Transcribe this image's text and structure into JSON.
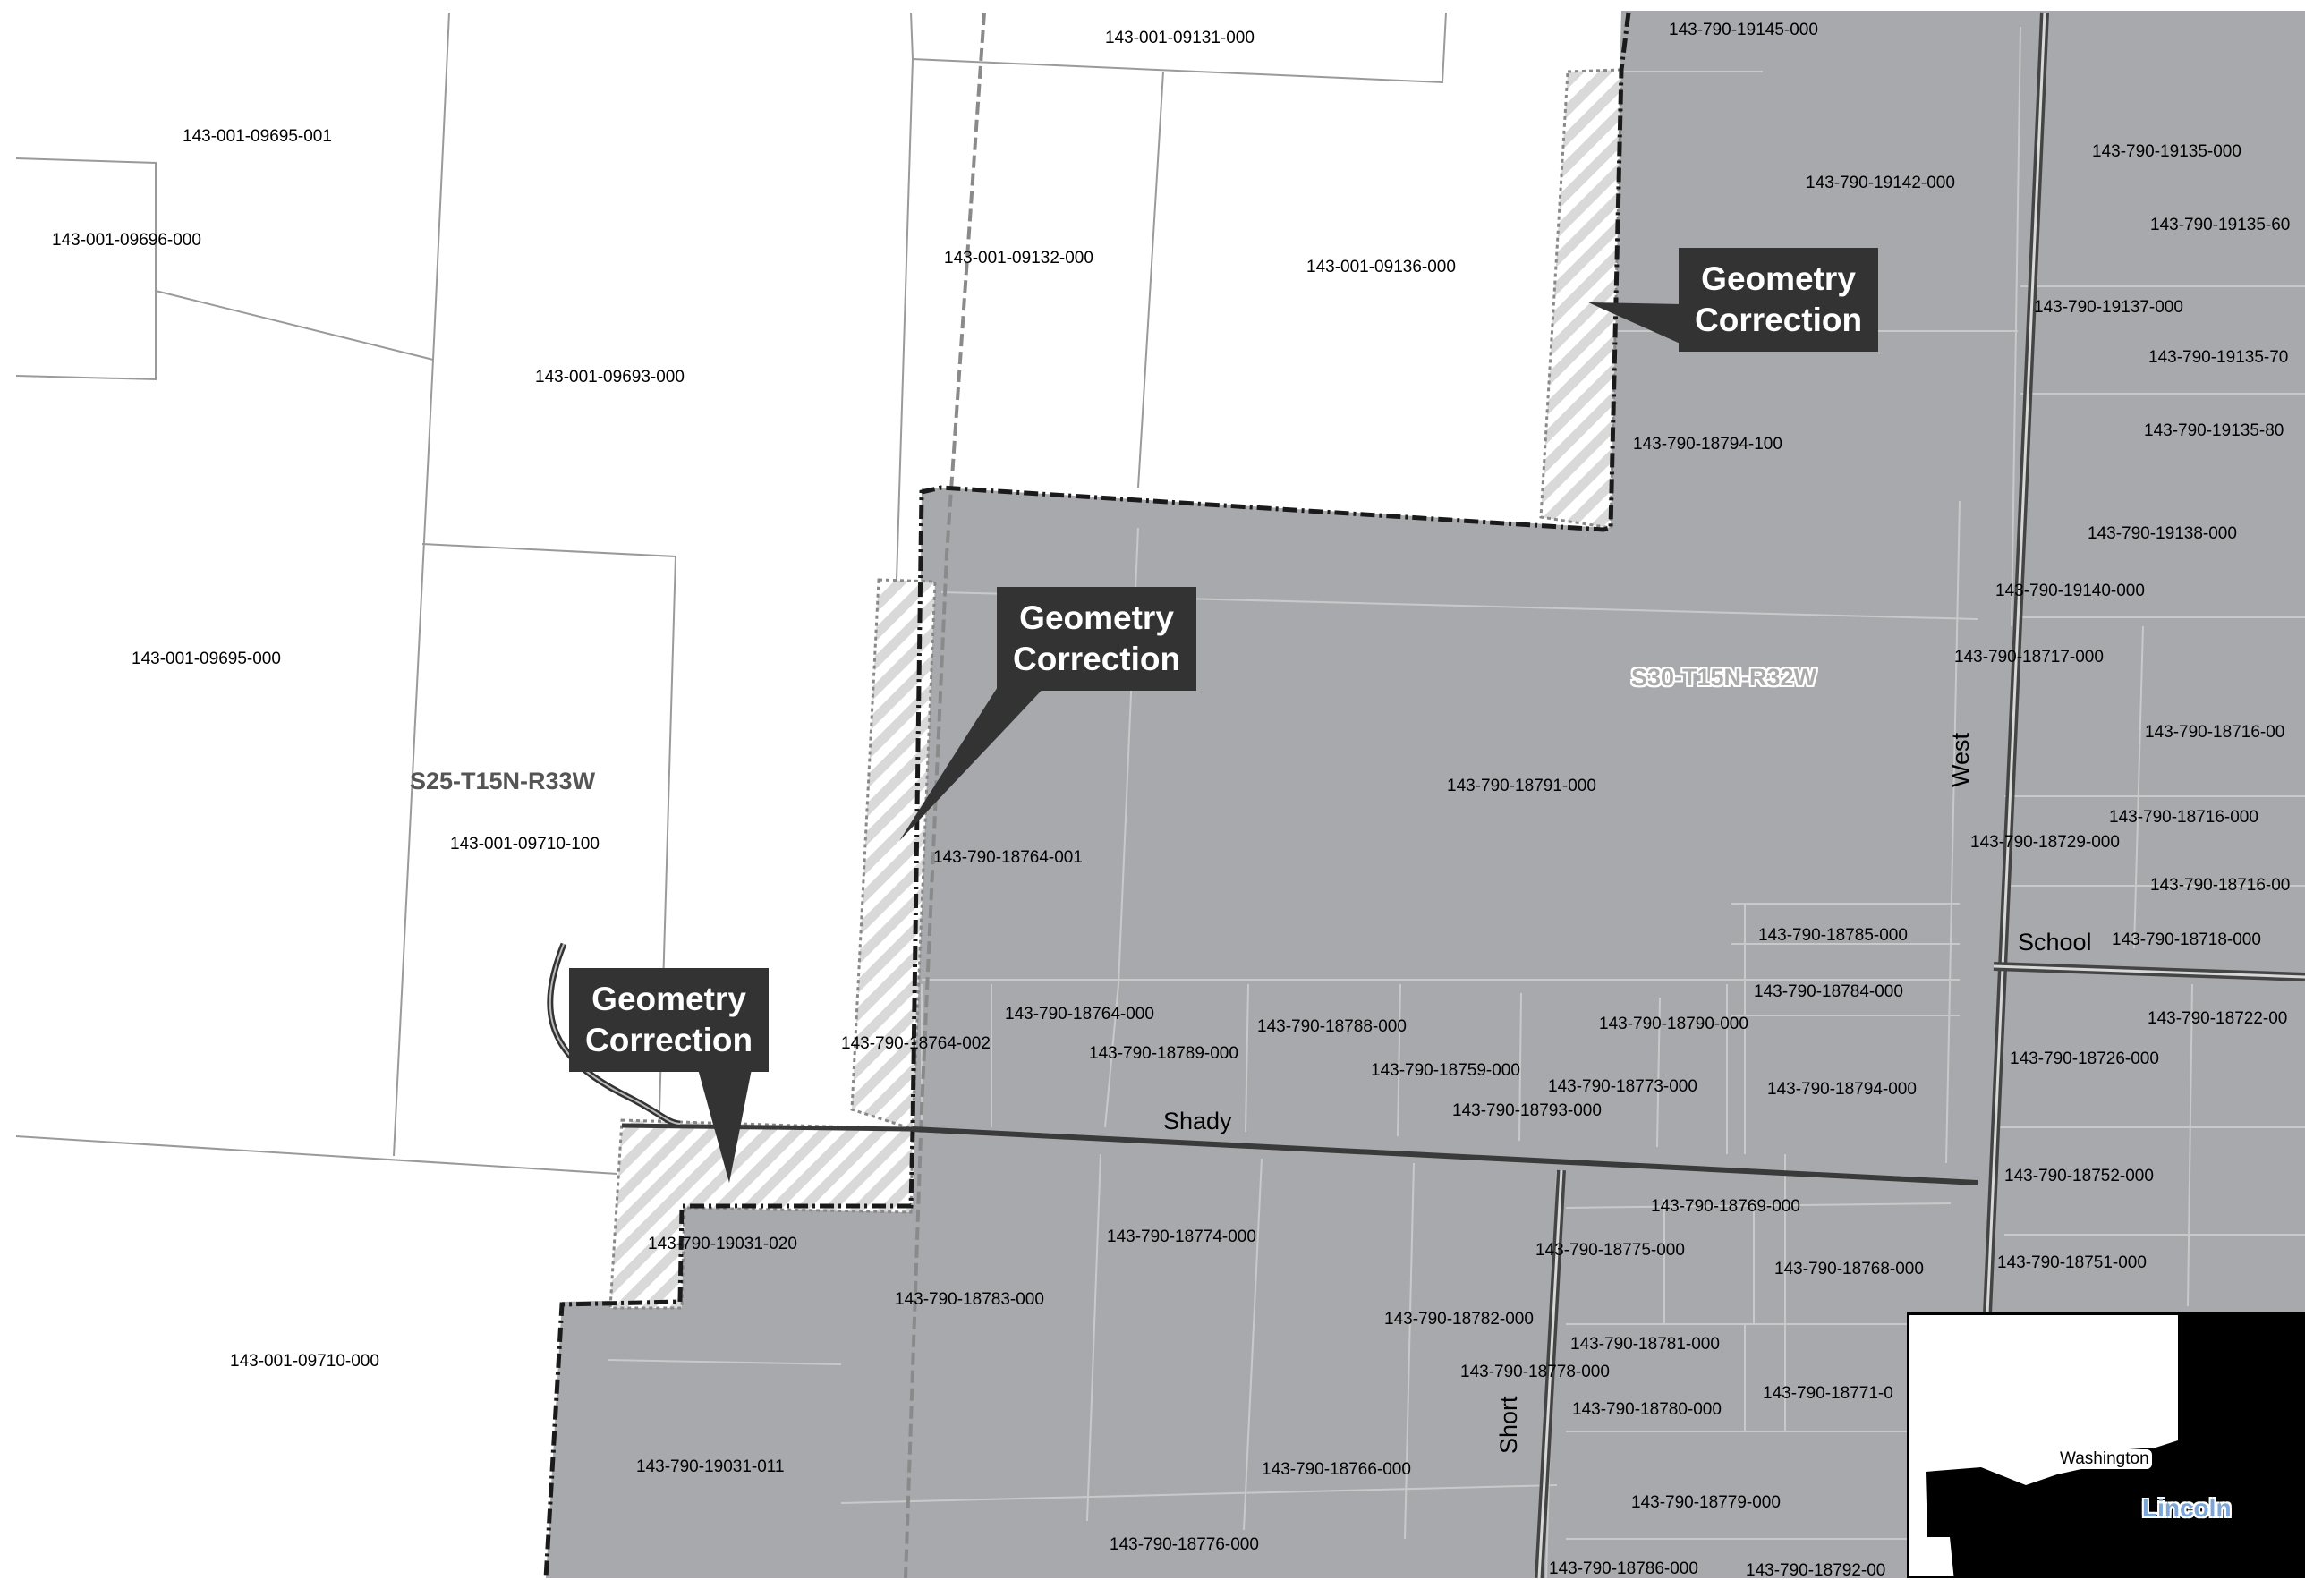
{
  "colors": {
    "county_fill": "#a7a9ac",
    "parcel_line": "#c9c9c9",
    "boundary": "#1a1a1a",
    "road": "#3a3a3a",
    "callout_bg": "#333333",
    "callout_text": "#ffffff"
  },
  "sections": {
    "west": "S25-T15N-R33W",
    "east": "S30-T15N-R32W"
  },
  "roads": {
    "shady": "Shady",
    "west": "West",
    "school": "School",
    "short": "Short"
  },
  "callouts": {
    "top_right": [
      "Geometry",
      "Correction"
    ],
    "middle": [
      "Geometry",
      "Correction"
    ],
    "bottom_left": [
      "Geometry",
      "Correction"
    ]
  },
  "parcels": {
    "p01": "143-001-09131-000",
    "p02": "143-790-19145-000",
    "p03": "143-001-09695-001",
    "p04": "143-001-09696-000",
    "p05": "143-790-19135-000",
    "p06": "143-790-19142-000",
    "p07": "143-790-19135-60",
    "p08": "143-001-09132-000",
    "p09": "143-001-09136-000",
    "p10": "143-790-19137-000",
    "p11": "143-790-19135-70",
    "p12": "143-001-09693-000",
    "p13": "143-790-19135-80",
    "p14": "143-790-18794-100",
    "p15": "143-790-19138-000",
    "p16": "143-790-19140-000",
    "p17": "143-001-09695-000",
    "p18": "143-790-18717-000",
    "p19": "143-790-18716-00",
    "p20": "143-790-18791-000",
    "p21": "143-001-09710-100",
    "p22": "143-790-18716-000",
    "p23": "143-790-18729-000",
    "p24": "143-790-18764-001",
    "p25": "143-790-18716-00",
    "p26": "143-790-18785-000",
    "p27": "143-790-18718-000",
    "p28": "143-790-18784-000",
    "p29": "143-790-18764-000",
    "p30": "143-790-18722-00",
    "p31": "143-790-18788-000",
    "p32": "143-790-18790-000",
    "p33": "143-790-18764-002",
    "p34": "143-790-18789-000",
    "p35": "143-790-18726-000",
    "p36": "143-790-18759-000",
    "p37": "143-790-18773-000",
    "p38": "143-790-18794-000",
    "p39": "143-790-18793-000",
    "p40": "143-790-18752-000",
    "p41": "143-790-18769-000",
    "p42": "143-790-18774-000",
    "p43": "143-790-19031-020",
    "p44": "143-790-18775-000",
    "p45": "143-790-18768-000",
    "p46": "143-790-18751-000",
    "p47": "143-790-18783-000",
    "p48": "143-790-18782-000",
    "p49": "143-001-09710-000",
    "p50": "143-790-18781-000",
    "p51": "143-790-18778-000",
    "p52": "143-790-18771-0",
    "p53": "143-790-18780-000",
    "p54": "143-790-19031-011",
    "p55": "143-790-18766-000",
    "p56": "143-790-18779-000",
    "p57": "143-790-18776-000",
    "p58": "143-790-18786-000",
    "p59": "143-790-18792-00"
  },
  "inset": {
    "town": "Washington",
    "county": "Lincoln"
  }
}
